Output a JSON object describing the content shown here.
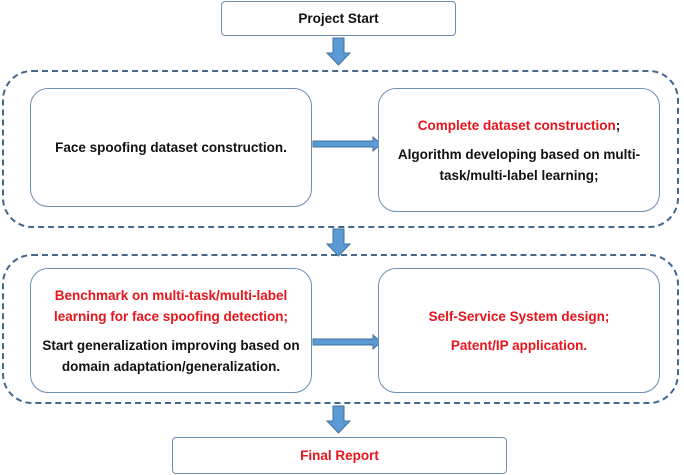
{
  "start": {
    "label": "Project Start"
  },
  "phase1": {
    "left": {
      "text": "Face spoofing dataset construction."
    },
    "right": {
      "highlight": "Complete dataset construction",
      "highlight_suffix": ";",
      "line2": "Algorithm developing based on multi-",
      "line3": "task/multi-label learning;"
    }
  },
  "phase2": {
    "left": {
      "highlight1": "Benchmark on multi-task/multi-label",
      "highlight2": "learning for face spoofing detection;",
      "line3": "Start generalization improving based on",
      "line4": "domain adaptation/generalization."
    },
    "right": {
      "line1": "Self-Service System design;",
      "line2": "Patent/IP application."
    }
  },
  "end": {
    "label": "Final Report"
  },
  "colors": {
    "highlight": "#e8141b",
    "arrow": "#5b9bd5",
    "border": "#44678c"
  }
}
